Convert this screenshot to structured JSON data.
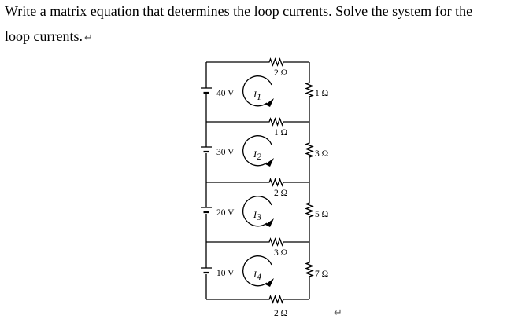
{
  "question": {
    "line1": "Write a matrix equation that determines the loop currents. Solve the system for the",
    "line2": "loop currents."
  },
  "paragraph_mark": "↵",
  "circuit": {
    "sources": [
      {
        "label": "40 V"
      },
      {
        "label": "30 V"
      },
      {
        "label": "20 V"
      },
      {
        "label": "10 V"
      }
    ],
    "currents": [
      {
        "symbol": "I",
        "sub": "1"
      },
      {
        "symbol": "I",
        "sub": "2"
      },
      {
        "symbol": "I",
        "sub": "3"
      },
      {
        "symbol": "I",
        "sub": "4"
      }
    ],
    "horizontal_resistors": [
      {
        "label": "2 Ω"
      },
      {
        "label": "1 Ω"
      },
      {
        "label": "2 Ω"
      },
      {
        "label": "3 Ω"
      },
      {
        "label": "2 Ω"
      }
    ],
    "right_resistors": [
      {
        "label": "1 Ω"
      },
      {
        "label": "3 Ω"
      },
      {
        "label": "5 Ω"
      },
      {
        "label": "7 Ω"
      }
    ]
  }
}
